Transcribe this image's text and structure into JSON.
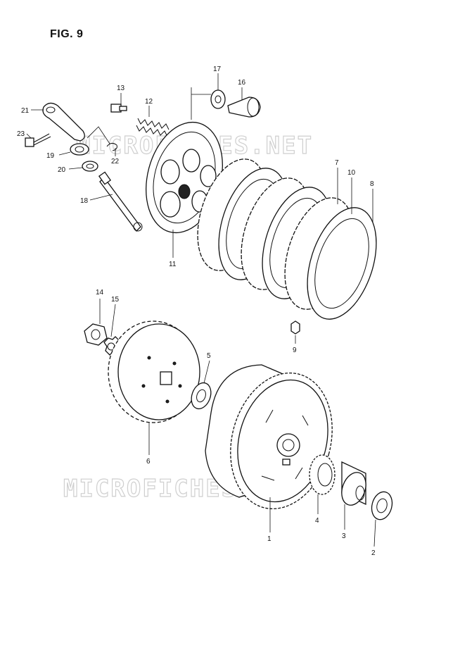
{
  "figure": {
    "title": "FIG. 9"
  },
  "watermark": {
    "text_1": "MICROFICHES.NET",
    "text_2": "MICROFICHES.NET"
  },
  "callouts": {
    "p1": "1",
    "p2": "2",
    "p3": "3",
    "p4": "4",
    "p5": "5",
    "p6": "6",
    "p7": "7",
    "p8": "8",
    "p9": "9",
    "p10": "10",
    "p11": "11",
    "p12": "12",
    "p13": "13",
    "p14": "14",
    "p15": "15",
    "p16": "16",
    "p17": "17",
    "p18": "18",
    "p19": "19",
    "p20": "20",
    "p21": "21",
    "p22": "22",
    "p23": "23"
  }
}
